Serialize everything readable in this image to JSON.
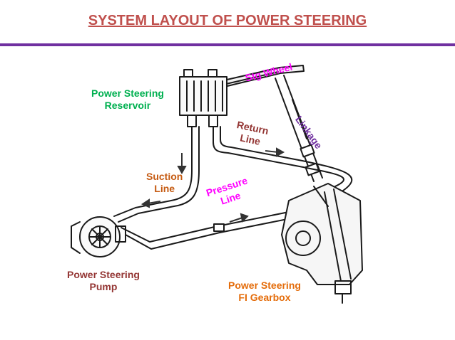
{
  "title": "SYSTEM  LAYOUT OF POWER STEERING",
  "colors": {
    "title": "#c0504d",
    "rule": "#7030a0",
    "green": "#00b050",
    "orange": "#e46c0a",
    "magenta": "#ff00ff",
    "purple": "#7030a0",
    "darkred": "#943634",
    "brown": "#c55a11",
    "line": "#1a1a1a"
  },
  "labels": {
    "reservoir": [
      "Power Steering",
      "Reservoir"
    ],
    "suction": [
      "Suction",
      "Line"
    ],
    "pump": [
      "Power Steering",
      "Pump"
    ],
    "pressure": [
      "Pressure",
      "Line"
    ],
    "return": [
      "Return",
      "Line"
    ],
    "wheel": "Stg Wheel",
    "linkage": "Linkage",
    "gearbox": [
      "Power Steering",
      "FI Gearbox"
    ]
  }
}
